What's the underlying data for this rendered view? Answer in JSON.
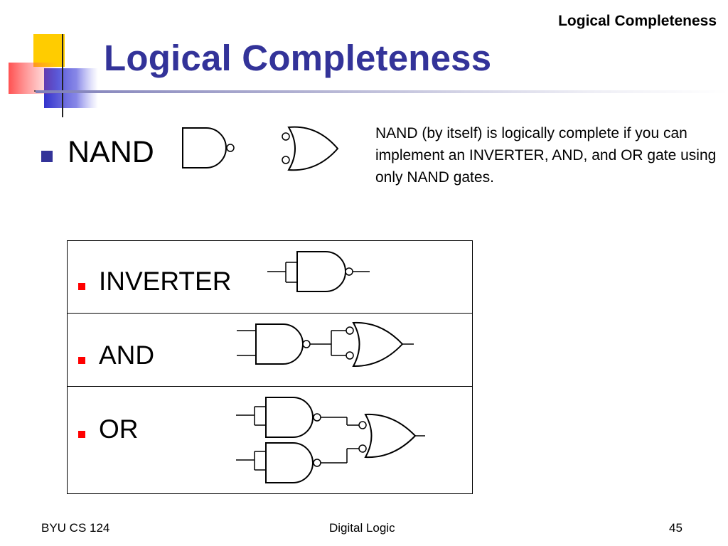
{
  "header": {
    "label": "Logical Completeness"
  },
  "slide": {
    "title": "Logical Completeness"
  },
  "main_bullet": {
    "label": "NAND"
  },
  "description": "NAND (by itself) is logically complete if you can implement an INVERTER, AND, and OR gate using only NAND gates.",
  "rows": [
    {
      "label": "INVERTER"
    },
    {
      "label": "AND"
    },
    {
      "label": "OR"
    }
  ],
  "footer": {
    "left": "BYU CS 124",
    "center": "Digital Logic",
    "page": "45"
  },
  "colors": {
    "title": "#333399",
    "main_bullet": "#333399",
    "sub_bullet": "#ff0000",
    "deco_yellow": "#ffcc00",
    "deco_blue": "#3333cc",
    "deco_red": "#ff3333"
  },
  "icons": [
    "nand-gate-icon",
    "or-gate-inverted-inputs-icon",
    "corner-decoration"
  ]
}
